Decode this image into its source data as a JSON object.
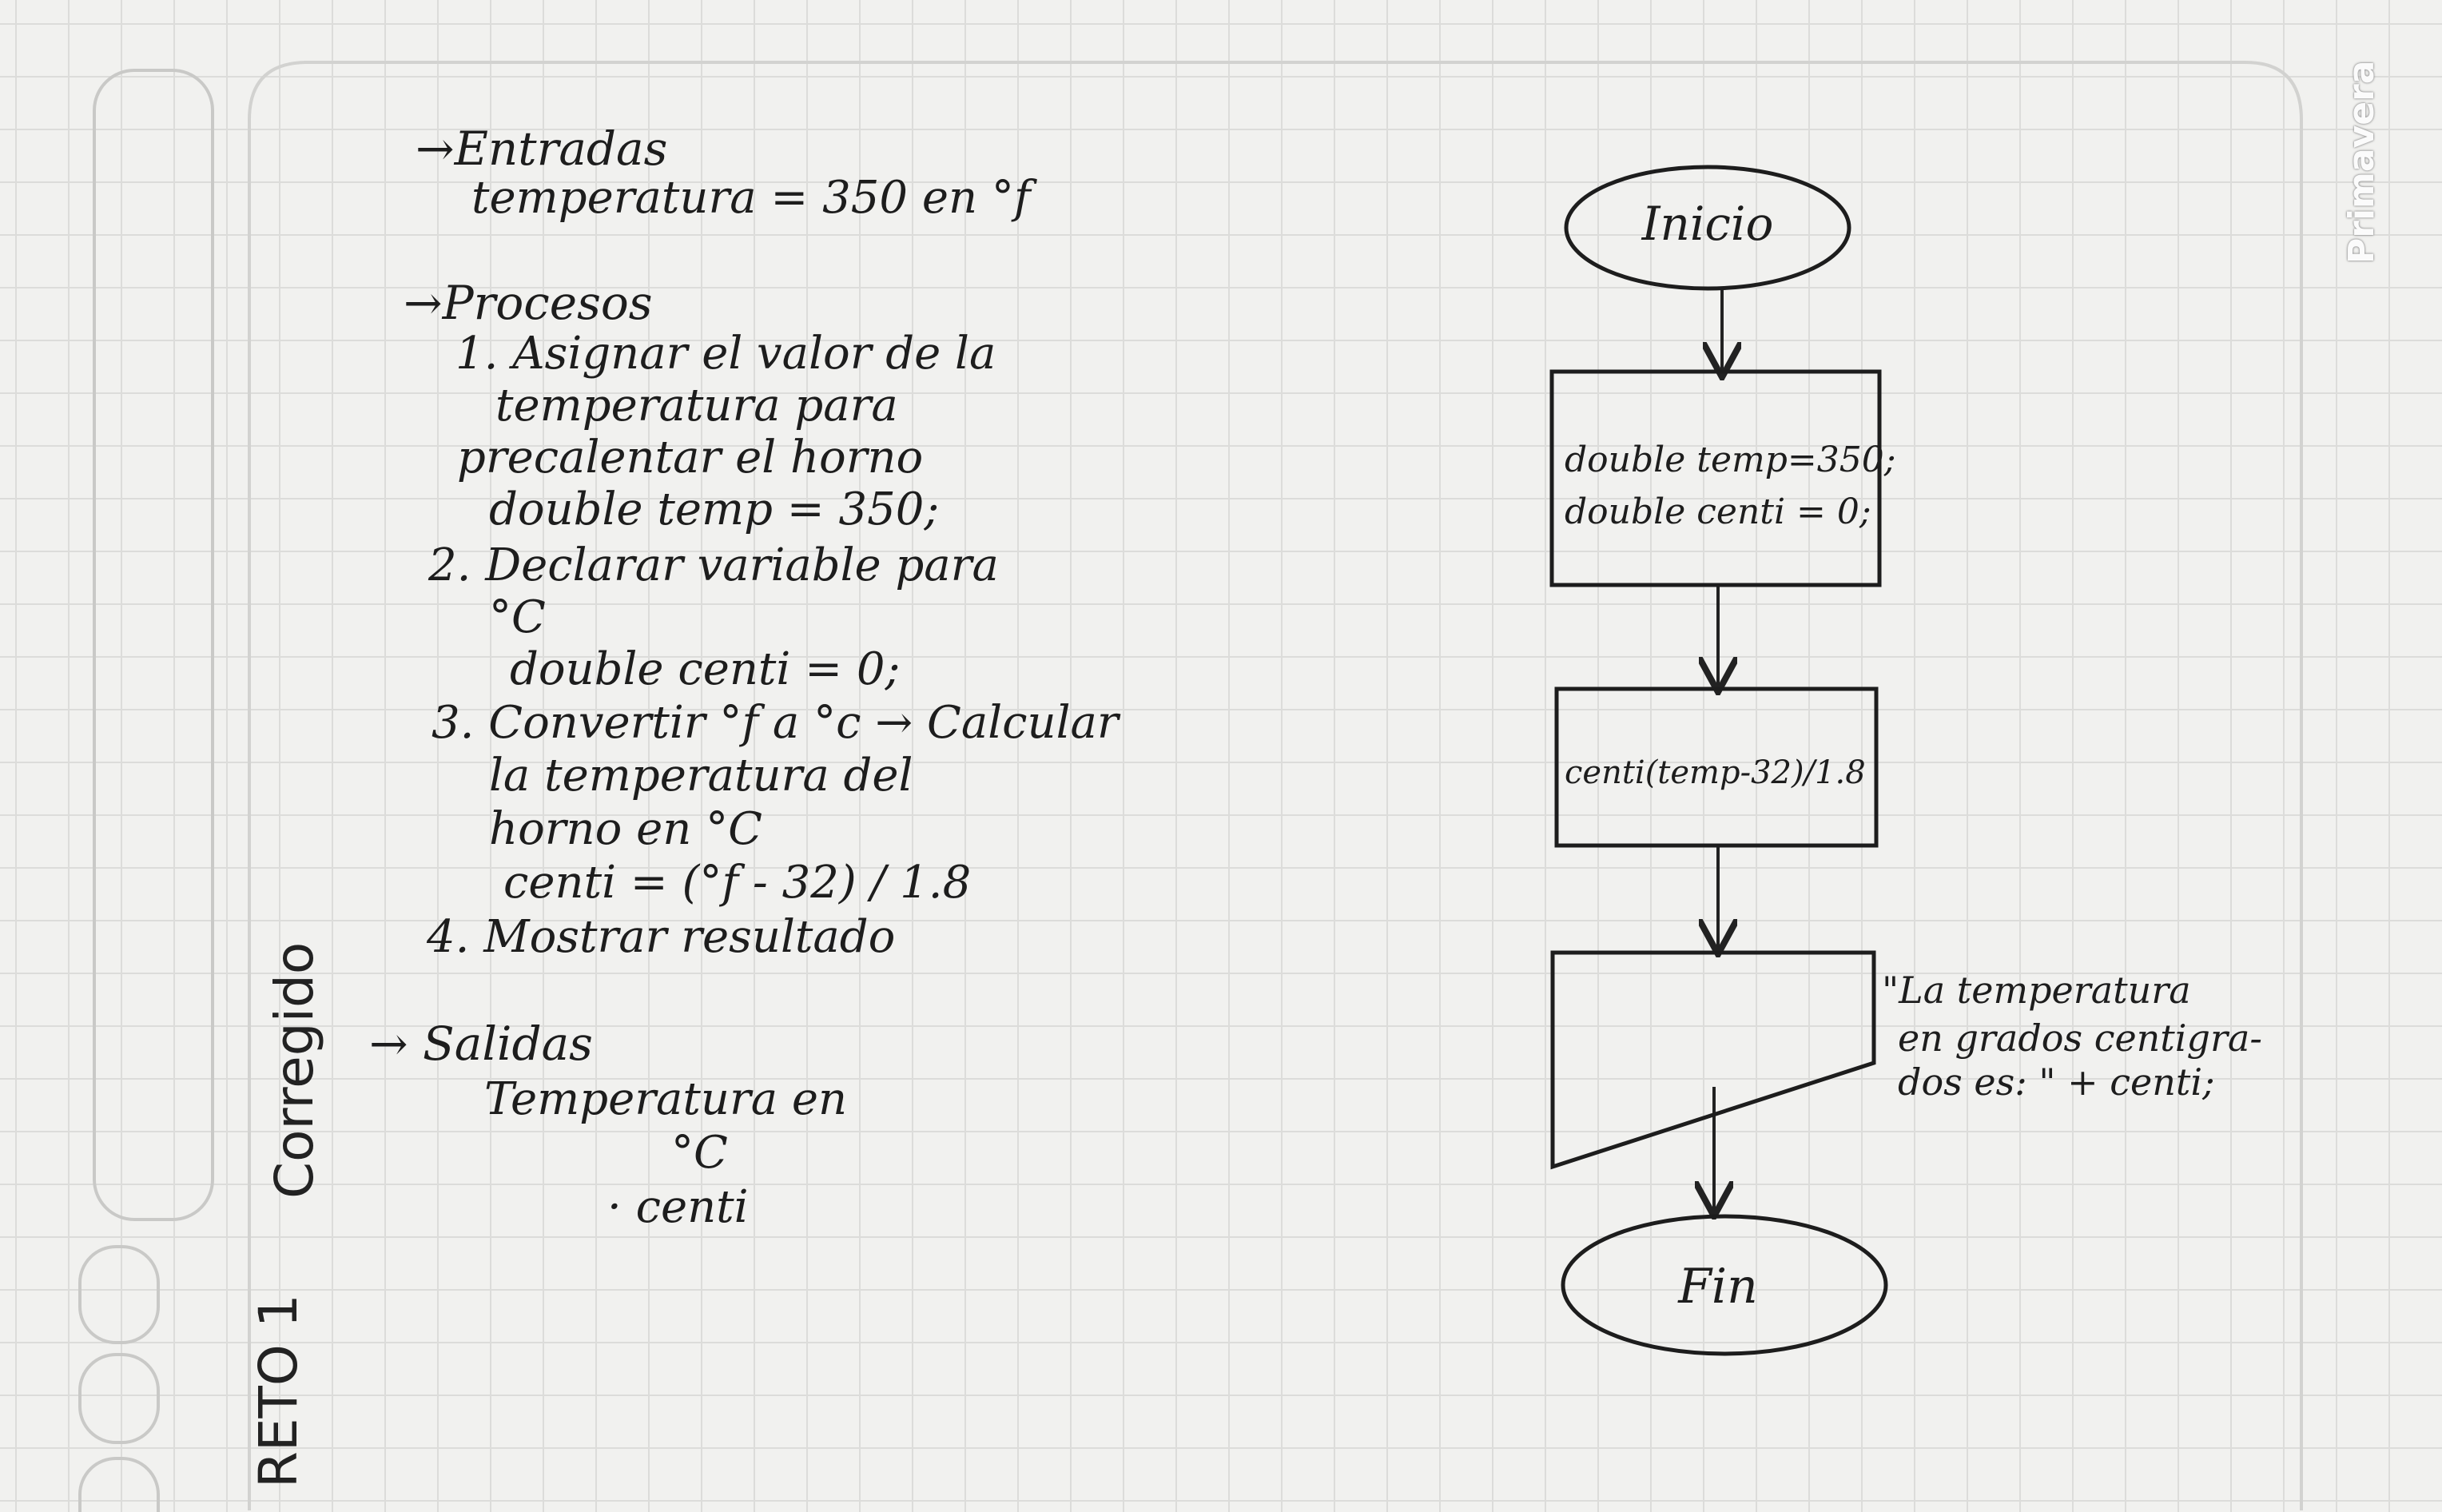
{
  "brand": "Primavera",
  "side_title": {
    "reto": "RETO 1",
    "status": "Corregido"
  },
  "notes": {
    "entradas": {
      "heading": "→Entradas",
      "line1": "temperatura = 350 en °f"
    },
    "procesos": {
      "heading": "→Procesos",
      "step1": [
        "1. Asignar el valor de la",
        "temperatura para",
        "precalentar el horno",
        "double temp = 350;"
      ],
      "step2": [
        "2. Declarar variable para",
        "°C",
        "double centi = 0;"
      ],
      "step3": [
        "3. Convertir °f a °c → Calcular",
        "la temperatura del",
        "horno en °C",
        "centi = (°f - 32) / 1.8"
      ],
      "step4": "4. Mostrar resultado"
    },
    "salidas": {
      "heading": "→ Salidas",
      "line1": "Temperatura en",
      "line2": "°C",
      "line3": "· centi"
    }
  },
  "flowchart": {
    "start": "Inicio",
    "declare": [
      "double temp=350;",
      "double centi = 0;"
    ],
    "process": "centi(temp-32)/1.8",
    "output_text": [
      "\"La temperatura",
      "en grados centigra-",
      "dos es: \" + centi;"
    ],
    "end": "Fin"
  }
}
